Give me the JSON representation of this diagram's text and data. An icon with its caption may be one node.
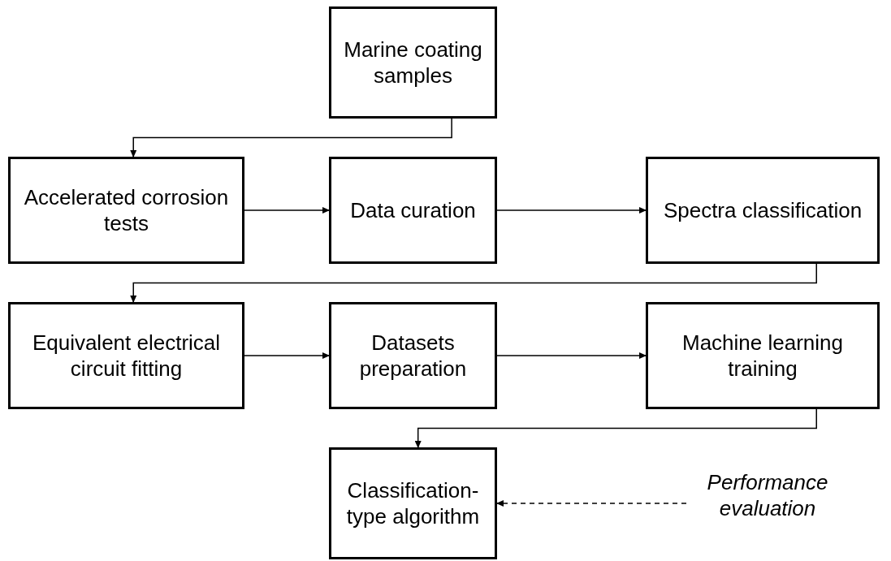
{
  "diagram": {
    "nodes": [
      {
        "text": [
          "Marine coating samples"
        ]
      },
      {
        "text": [
          "Accelerated corrosion tests"
        ]
      },
      {
        "text": [
          "Data curation"
        ]
      },
      {
        "text": [
          "Spectra classification"
        ]
      },
      {
        "text": [
          "Equivalent electrical circuit fitting"
        ]
      },
      {
        "text": [
          "Datasets preparation"
        ]
      },
      {
        "text": [
          "Machine learning training"
        ]
      },
      {
        "text": [
          "Classification-type algorithm"
        ]
      },
      {
        "text": [
          "Performance evaluation"
        ]
      }
    ],
    "edges": [
      {
        "from": 0,
        "to": 1,
        "arrow": "to"
      },
      {
        "from": 1,
        "to": 2,
        "arrow": "to"
      },
      {
        "from": 2,
        "to": 3,
        "arrow": "to"
      },
      {
        "from": 3,
        "to": 4,
        "arrow": "to"
      },
      {
        "from": 4,
        "to": 5,
        "arrow": "to"
      },
      {
        "from": 5,
        "to": 6,
        "arrow": "to"
      },
      {
        "from": 6,
        "to": 7,
        "arrow": "to"
      },
      {
        "from": 8,
        "to": 7,
        "arrow": "to",
        "style": "dashed"
      }
    ]
  }
}
